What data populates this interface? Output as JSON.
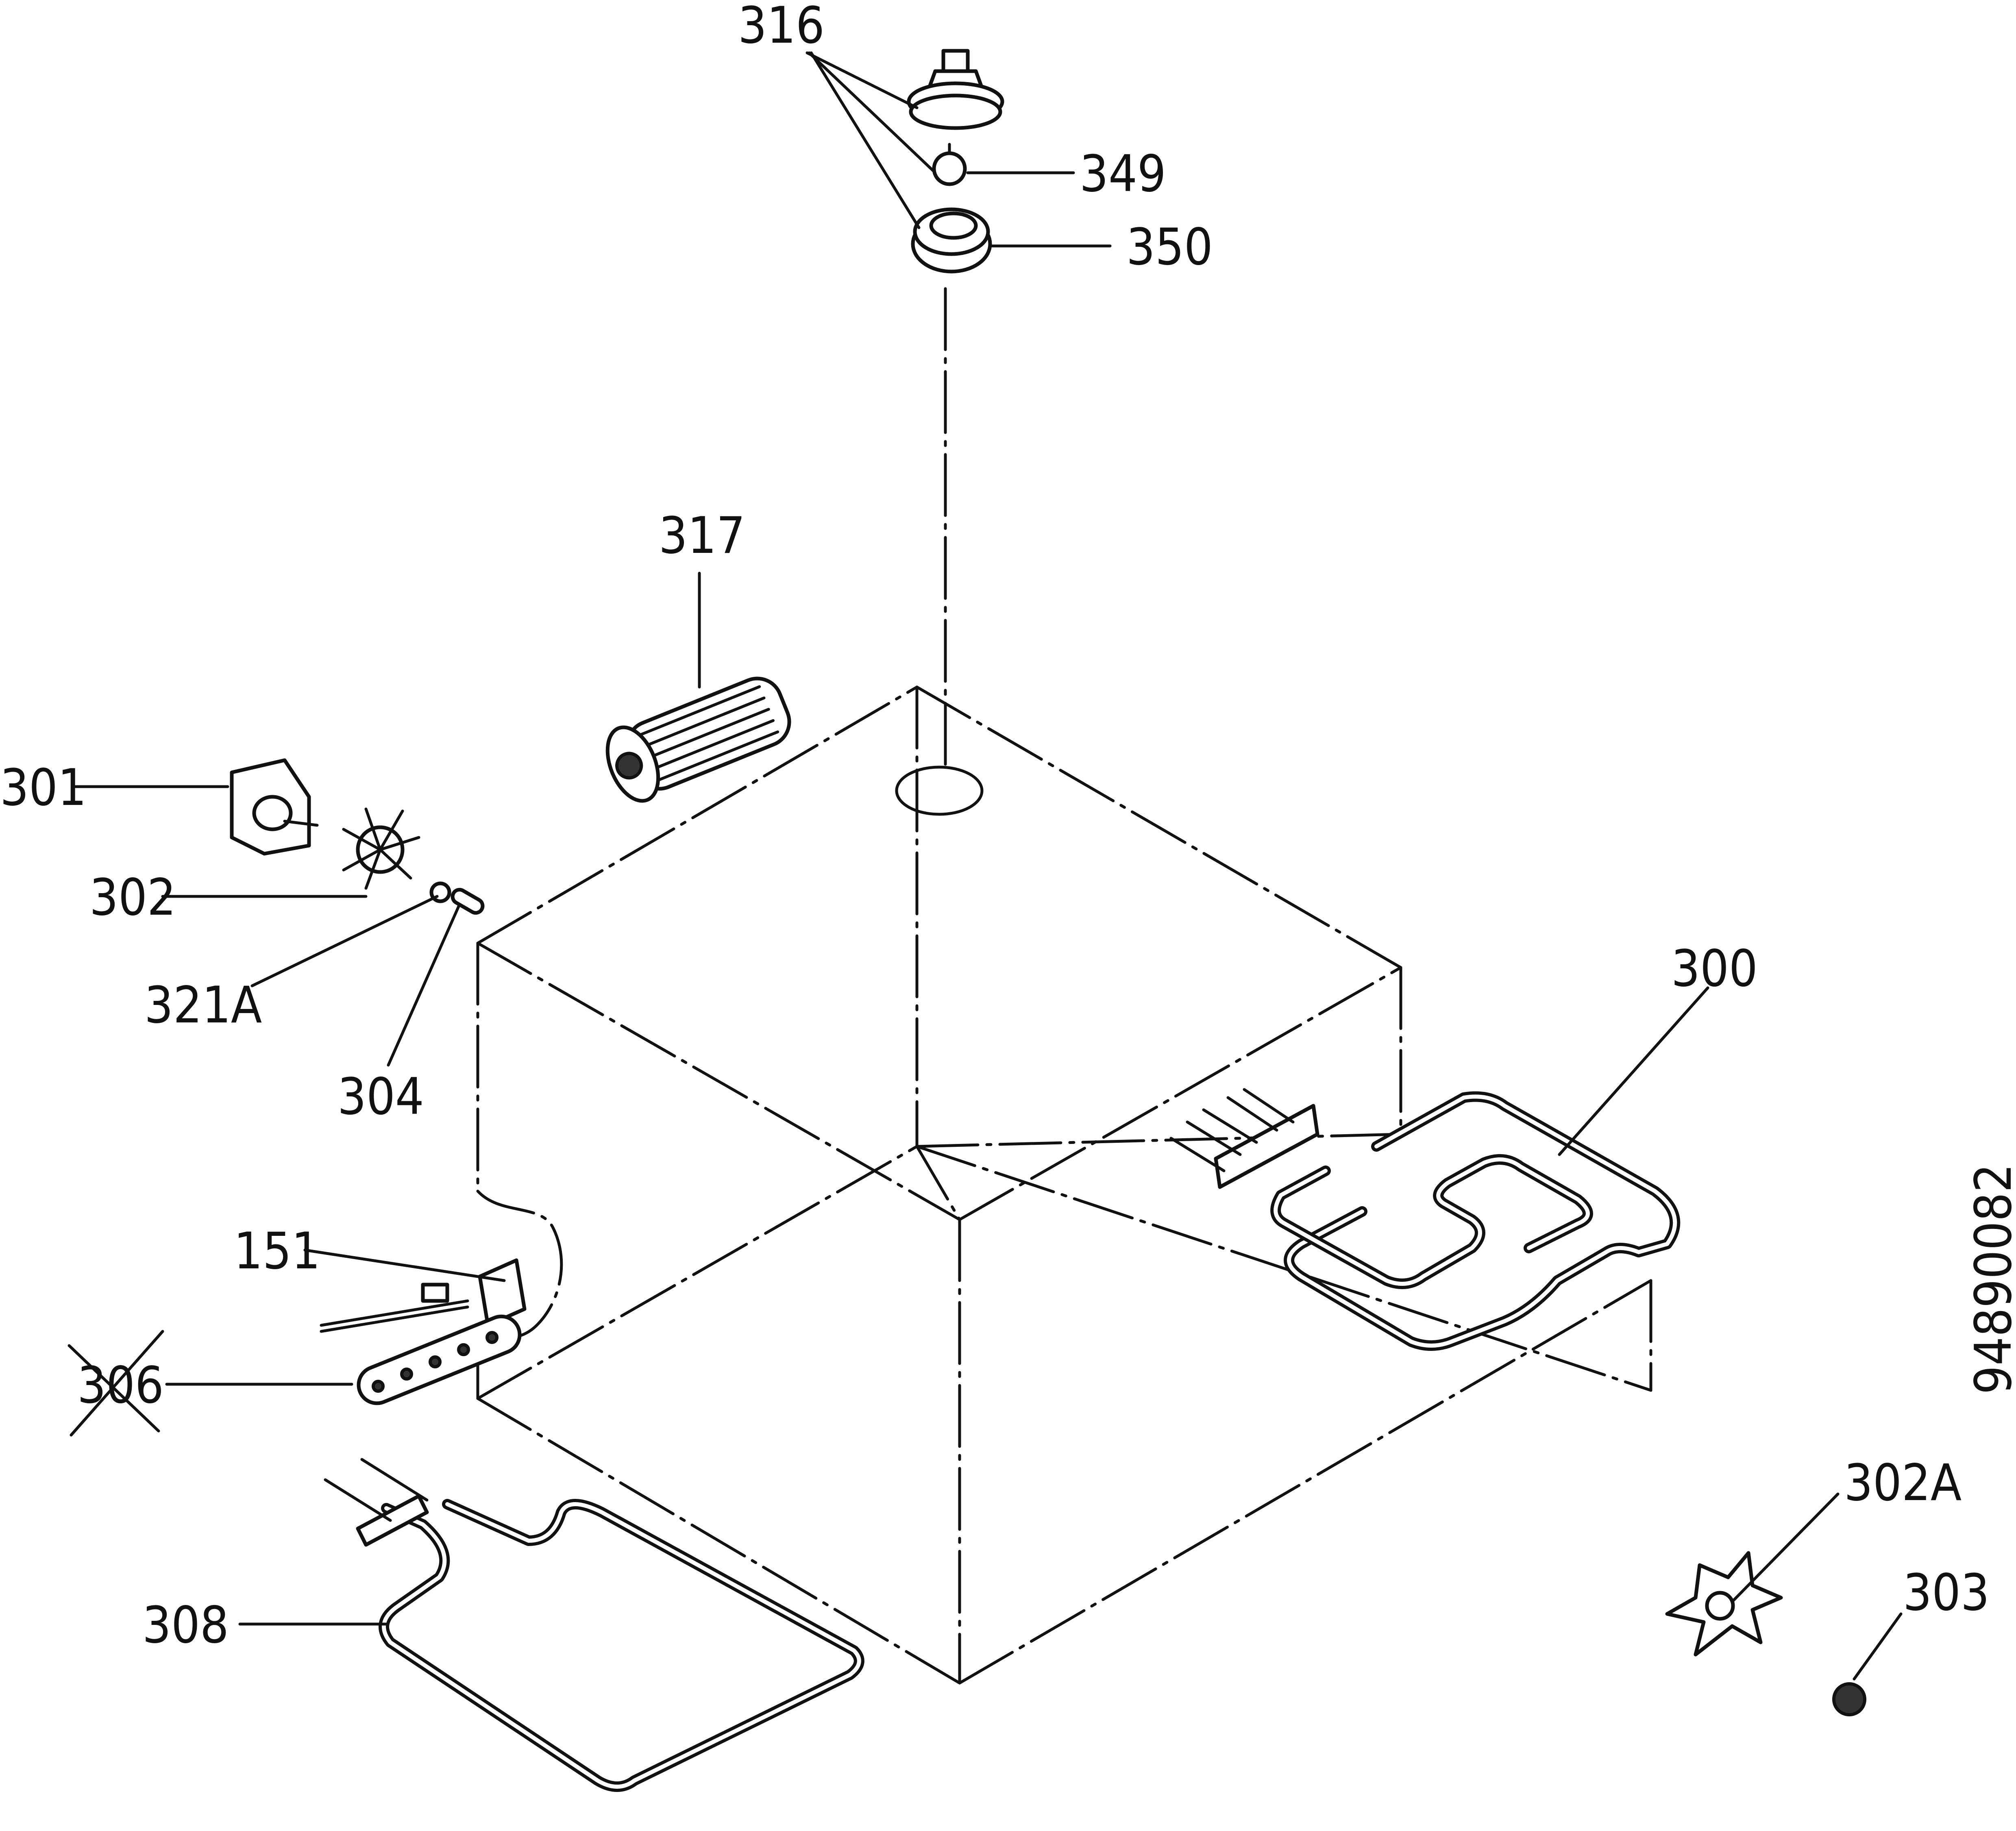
{
  "parts": {
    "p316": "316",
    "p349": "349",
    "p350": "350",
    "p317": "317",
    "p301": "301",
    "p302": "302",
    "p321a": "321A",
    "p304": "304",
    "p300": "300",
    "p151": "151",
    "p306": "306",
    "p308": "308",
    "p302a": "302A",
    "p303": "303"
  },
  "drawing_number": "94890082"
}
